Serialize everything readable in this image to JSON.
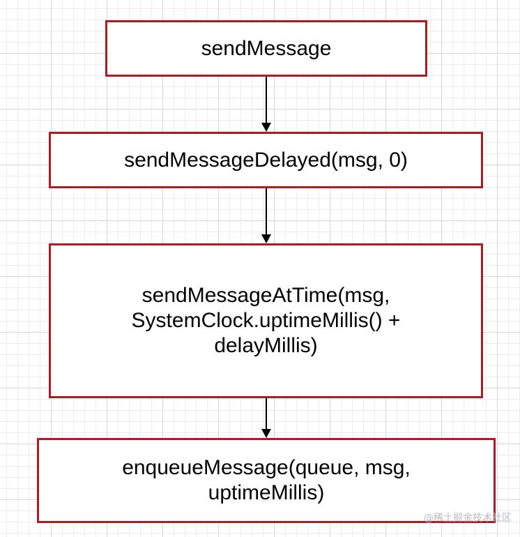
{
  "diagram": {
    "nodes": [
      {
        "id": "send-message",
        "label": "sendMessage"
      },
      {
        "id": "send-message-delayed",
        "label": "sendMessageDelayed(msg, 0)"
      },
      {
        "id": "send-message-at-time",
        "lines": [
          "sendMessageAtTime(msg,",
          "SystemClock.uptimeMillis() +",
          "delayMillis)"
        ]
      },
      {
        "id": "enqueue-message",
        "lines": [
          "enqueueMessage(queue, msg,",
          "uptimeMillis)"
        ]
      }
    ],
    "edges": [
      {
        "from": "send-message",
        "to": "send-message-delayed"
      },
      {
        "from": "send-message-delayed",
        "to": "send-message-at-time"
      },
      {
        "from": "send-message-at-time",
        "to": "enqueue-message"
      }
    ],
    "colors": {
      "node_border": "#b01a25",
      "arrow": "#000000",
      "grid": "#d6d6d6"
    }
  },
  "watermark": "@稀土掘金技术社区"
}
